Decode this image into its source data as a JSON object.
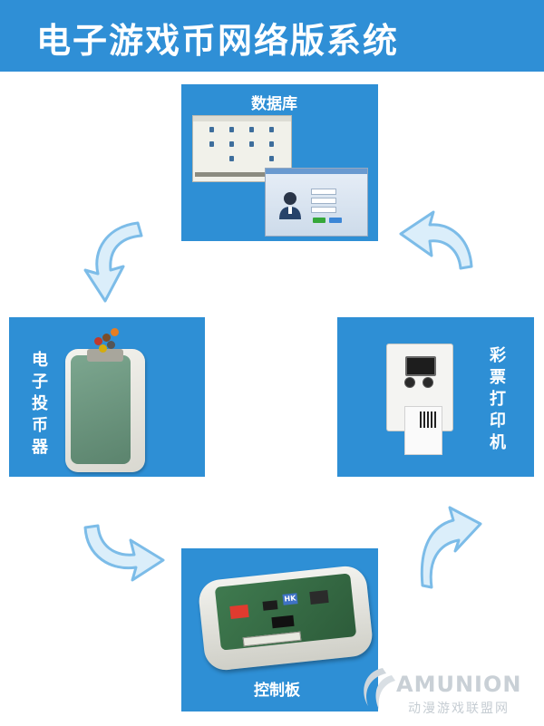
{
  "header": {
    "title": "电子游戏币网络版系统"
  },
  "nodes": {
    "database": {
      "label": "数据库"
    },
    "coin_dispenser": {
      "label": "电子投币器"
    },
    "lottery_printer": {
      "label": "彩票打印机"
    },
    "control_board": {
      "label": "控制板"
    }
  },
  "flow": [
    "控制板",
    "彩票打印机",
    "数据库",
    "电子投币器",
    "控制板"
  ],
  "device_marks": {
    "board_badge": "HK"
  },
  "watermark": {
    "brand_en": "AMUNION",
    "brand_cn": "动漫游戏联盟网"
  },
  "colors": {
    "banner_blue": "#2f8fd6",
    "card_blue": "#2e8fd5",
    "arrow_fill": "#dbeefa",
    "arrow_stroke": "#7cbce8"
  }
}
